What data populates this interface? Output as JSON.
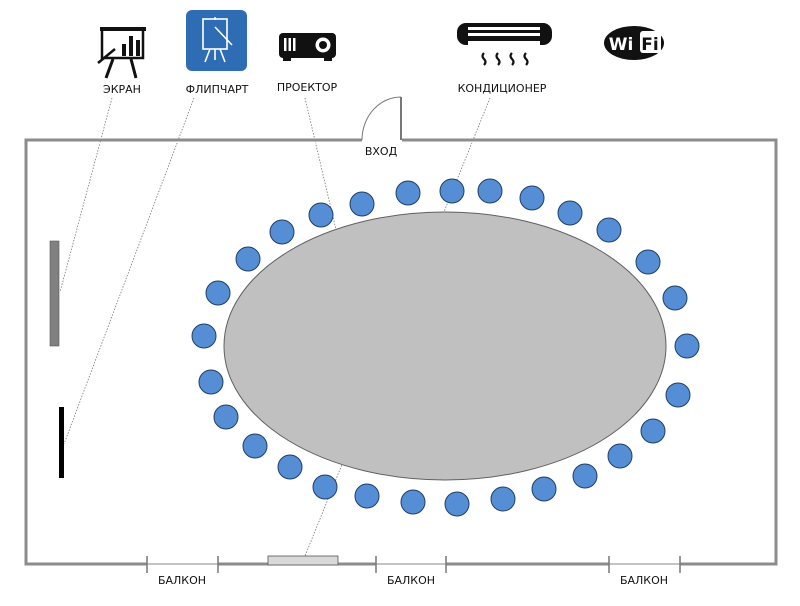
{
  "equipment": [
    {
      "id": "screen",
      "label": "ЭКРАН",
      "icon": "presentation-board-icon"
    },
    {
      "id": "flipchart",
      "label": "ФЛИПЧАРТ",
      "icon": "flipchart-icon"
    },
    {
      "id": "projector",
      "label": "ПРОЕКТОР",
      "icon": "projector-icon"
    },
    {
      "id": "ac",
      "label": "КОНДИЦИОНЕР",
      "icon": "air-conditioner-icon"
    },
    {
      "id": "wifi",
      "label": "",
      "icon": "wifi-icon",
      "icon_text": [
        "Wi",
        "Fi"
      ]
    }
  ],
  "room": {
    "entrance_label": "ВХОД",
    "balconies": [
      "БАЛКОН",
      "БАЛКОН",
      "БАЛКОН"
    ],
    "chair_count": 29
  },
  "colors": {
    "chair_fill": "#558ed5",
    "chair_stroke": "#1f3f66",
    "table_fill": "#c0c0c0",
    "flipchart_bg": "#2e6db4",
    "screen_bar": "#808080",
    "wall": "#8c8c8c",
    "window": "#d9d9d9"
  }
}
